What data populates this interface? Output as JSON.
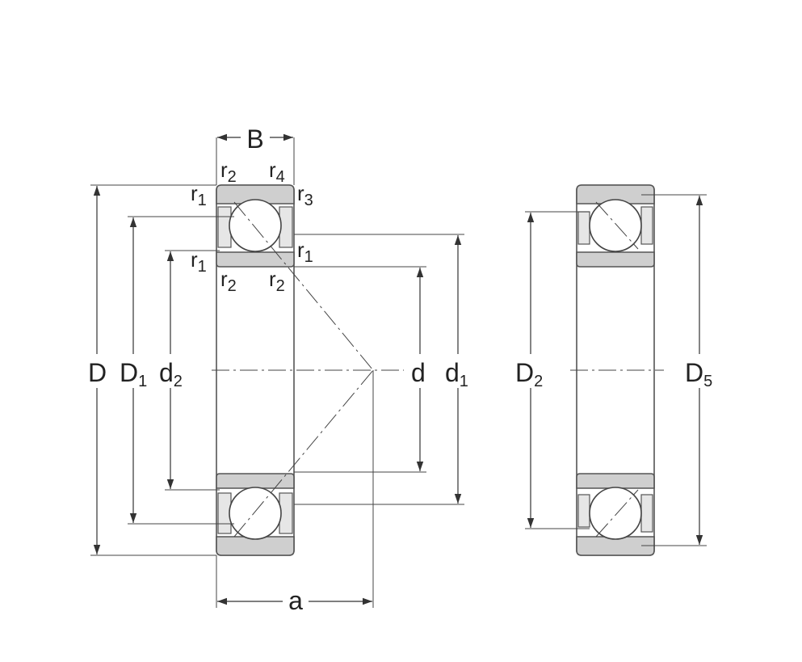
{
  "labels": {
    "B": "B",
    "r": "r",
    "sub_1": "1",
    "sub_2": "2",
    "sub_3": "3",
    "sub_4": "4",
    "sub_5": "5",
    "D": "D",
    "D1_main": "D",
    "d2_main": "d",
    "d": "d",
    "d1_main": "d",
    "D2_main": "D",
    "D5_main": "D",
    "a": "a"
  }
}
